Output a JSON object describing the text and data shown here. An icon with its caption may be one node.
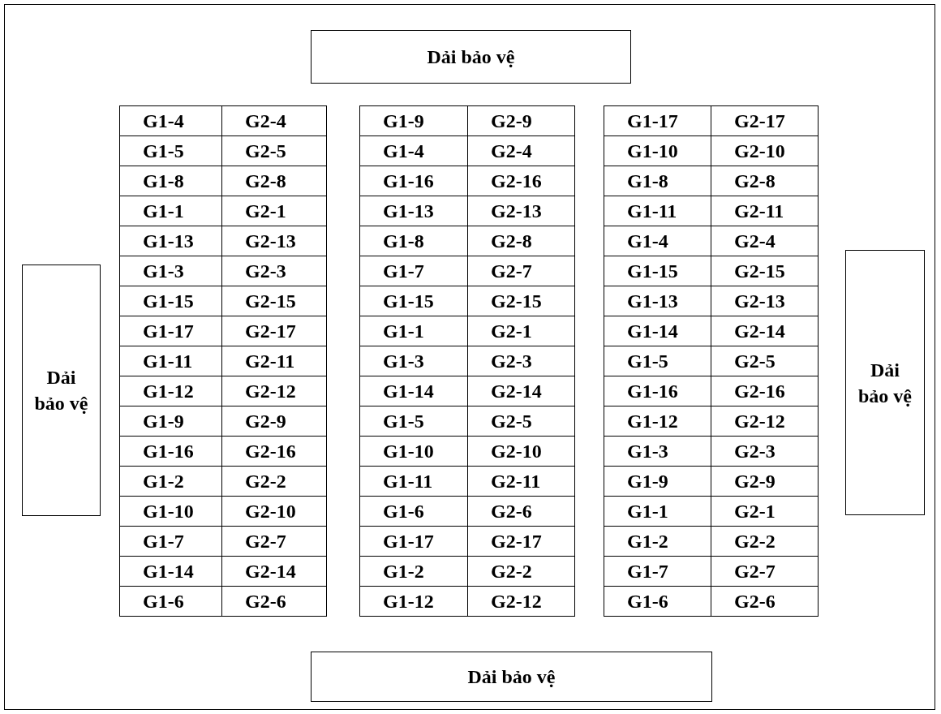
{
  "diagram": {
    "nodes": [
      {
        "text": [
          "Dải bảo vệ"
        ]
      },
      {
        "text": [
          "Dải bảo vệ"
        ]
      },
      {
        "text": [
          "Dải bảo vệ"
        ]
      },
      {
        "text": [
          "Dải bảo vệ"
        ]
      }
    ],
    "labels": [
      "G1-4",
      "G2-4",
      "G1-5",
      "G2-5",
      "G1-8",
      "G2-8",
      "G1-1",
      "G2-1",
      "G1-13",
      "G2-13",
      "G1-3",
      "G2-3",
      "G1-15",
      "G2-15",
      "G1-17",
      "G2-17",
      "G1-11",
      "G2-11",
      "G1-12",
      "G2-12",
      "G1-9",
      "G2-9",
      "G1-16",
      "G2-16",
      "G1-2",
      "G2-2",
      "G1-10",
      "G2-10",
      "G1-7",
      "G2-7",
      "G1-14",
      "G2-14",
      "G1-6",
      "G2-6",
      "G1-9",
      "G2-9",
      "G1-4",
      "G2-4",
      "G1-16",
      "G2-16",
      "G1-13",
      "G2-13",
      "G1-8",
      "G2-8",
      "G1-7",
      "G2-7",
      "G1-15",
      "G2-15",
      "G1-1",
      "G2-1",
      "G1-3",
      "G2-3",
      "G1-14",
      "G2-14",
      "G1-5",
      "G2-5",
      "G1-10",
      "G2-10",
      "G1-11",
      "G2-11",
      "G1-6",
      "G2-6",
      "G1-17",
      "G2-17",
      "G1-2",
      "G2-2",
      "G1-12",
      "G2-12",
      "G1-17",
      "G2-17",
      "G1-10",
      "G2-10",
      "G1-8",
      "G2-8",
      "G1-11",
      "G2-11",
      "G1-4",
      "G2-4",
      "G1-15",
      "G2-15",
      "G1-13",
      "G2-13",
      "G1-14",
      "G2-14",
      "G1-5",
      "G2-5",
      "G1-16",
      "G2-16",
      "G1-12",
      "G2-12",
      "G1-3",
      "G2-3",
      "G1-9",
      "G2-9",
      "G1-1",
      "G2-1",
      "G1-2",
      "G2-2",
      "G1-7",
      "G2-7",
      "G1-6",
      "G2-6"
    ]
  }
}
